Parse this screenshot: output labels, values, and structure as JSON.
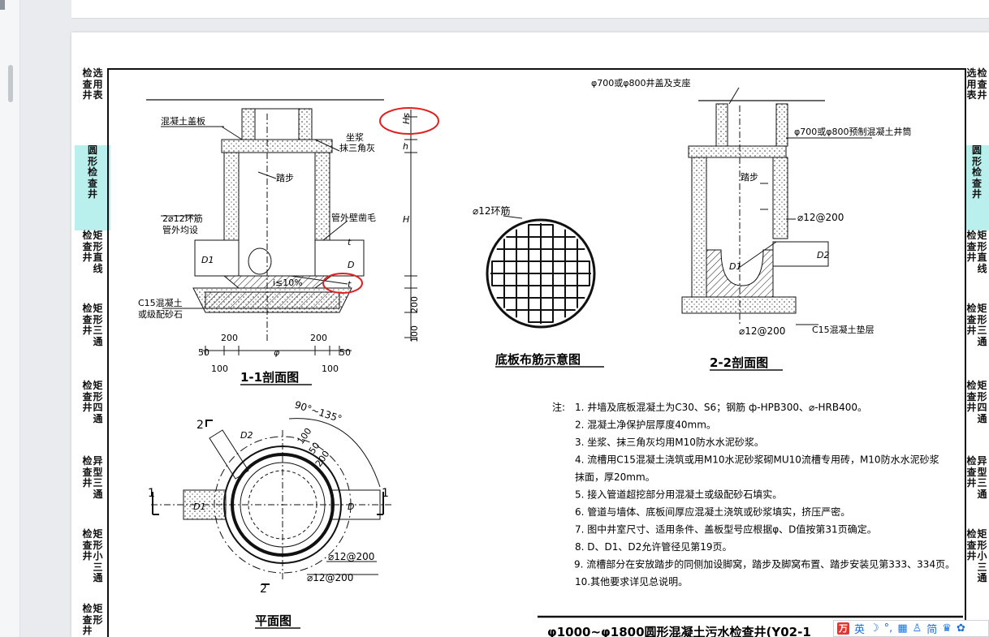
{
  "sidebar_left": [
    {
      "cols": [
        [
          "检",
          "查",
          "井"
        ],
        [
          "选",
          "用",
          "表"
        ]
      ],
      "active": false
    },
    {
      "cols": [
        [
          "圆",
          "形",
          "检",
          "查",
          "井"
        ]
      ],
      "active": true
    },
    {
      "cols": [
        [
          "检",
          "查",
          "井"
        ],
        [
          "矩",
          "形",
          "直",
          "线"
        ]
      ],
      "active": false
    },
    {
      "cols": [
        [
          "检",
          "查",
          "井"
        ],
        [
          "矩",
          "形",
          "三",
          "通"
        ]
      ],
      "active": false
    },
    {
      "cols": [
        [
          "检",
          "查",
          "井"
        ],
        [
          "矩",
          "形",
          "四",
          "通"
        ]
      ],
      "active": false
    },
    {
      "cols": [
        [
          "检",
          "查",
          "井"
        ],
        [
          "异",
          "型",
          "三",
          "通"
        ]
      ],
      "active": false
    },
    {
      "cols": [
        [
          "检",
          "查",
          "井"
        ],
        [
          "矩",
          "形",
          "小",
          "三",
          "通"
        ]
      ],
      "active": false
    },
    {
      "cols": [
        [
          "检",
          "查",
          "井"
        ],
        [
          "矩",
          "形"
        ]
      ],
      "active": false
    }
  ],
  "sidebar_right": [
    {
      "cols": [
        [
          "选",
          "用",
          "表"
        ],
        [
          "检",
          "查",
          "井"
        ]
      ],
      "active": false
    },
    {
      "cols": [
        [
          "圆",
          "形",
          "检",
          "查",
          "井"
        ]
      ],
      "active": true
    },
    {
      "cols": [
        [
          "检",
          "查",
          "井"
        ],
        [
          "矩",
          "形",
          "直",
          "线"
        ]
      ],
      "active": false
    },
    {
      "cols": [
        [
          "检",
          "查",
          "井"
        ],
        [
          "矩",
          "形",
          "三",
          "通"
        ]
      ],
      "active": false
    },
    {
      "cols": [
        [
          "检",
          "查",
          "井"
        ],
        [
          "矩",
          "形",
          "四",
          "通"
        ]
      ],
      "active": false
    },
    {
      "cols": [
        [
          "检",
          "查",
          "井"
        ],
        [
          "异",
          "型",
          "三",
          "通"
        ]
      ],
      "active": false
    },
    {
      "cols": [
        [
          "检",
          "查",
          "井"
        ],
        [
          "矩",
          "形",
          "小",
          "三",
          "通"
        ]
      ],
      "active": false
    }
  ],
  "section_1_1": {
    "title": "1-1剖面图",
    "labels": {
      "cover_slab": "混凝土盖板",
      "mortar_1": "坐浆",
      "mortar_2": "抹三角灰",
      "step": "踏步",
      "ring_bar_1": "2⌀12环筋",
      "ring_bar_2": "管外均设",
      "pipe_tooth": "管外壁凿毛",
      "base_1": "C15混凝土",
      "base_2": "或级配砂石",
      "slope": "i≤10%",
      "dim_hs": "Hs",
      "dim_h": "h",
      "dim_H": "H",
      "dim_t1": "t",
      "dim_t2": "t",
      "dim_200": "200",
      "dim_100": "100",
      "d1": "D1",
      "d": "D",
      "bottom_dims": [
        "50",
        "200",
        "200",
        "50",
        "100",
        "φ",
        "100"
      ]
    }
  },
  "section_2_2": {
    "title": "2-2剖面图",
    "labels": {
      "cover": "φ700或φ800井盖及支座",
      "shaft": "φ700或φ800预制混凝土井筒",
      "step": "踏步",
      "bar_top": "⌀12@200",
      "bar_bottom": "⌀12@200",
      "cushion": "C15混凝土垫层",
      "d1": "D1",
      "d2": "D2"
    }
  },
  "base_plate": {
    "title": "底板布筋示意图",
    "ring_label": "⌀12环筋"
  },
  "plan": {
    "title": "平面图",
    "labels": {
      "angle": "90°~135°",
      "d2": "D2",
      "d1": "D1",
      "d": "D",
      "dim_100": "100",
      "dim_50": "50",
      "dim_200": "200",
      "bar_1": "⌀12@200",
      "bar_2": "⌀12@200",
      "sec_1": "1",
      "sec_2": "2"
    }
  },
  "notes": {
    "prefix": "注:",
    "items": [
      "1. 井墙及底板混凝土为C30、S6；钢筋 ф-HPB300、⌀-HRB400。",
      "2. 混凝土净保护层厚度40mm。",
      "3. 坐浆、抹三角灰均用M10防水水泥砂浆。",
      "4. 流槽用C15混凝土浇筑或用M10水泥砂浆砌MU10流槽专用砖，M10防水水泥砂浆",
      "   抹面，厚20mm。",
      "5. 接入管道超挖部分用混凝土或级配砂石填实。",
      "6. 管道与墙体、底板间厚应混凝土浇筑或砂浆填实，挤压严密。",
      "7. 图中井室尺寸、适用条件、盖板型号应根据φ、D值按第31页确定。",
      "8. D、D1、D2允许管径见第19页。",
      "9. 流槽部分在安放踏步的同侧加设脚窝，踏步及脚窝布置、踏步安装见第333、334页。",
      "10.其他要求详见总说明。"
    ]
  },
  "title_block_partial": "φ1000~φ1800圆形混凝土污水检查井(Y02-1",
  "ime": {
    "logo": "万",
    "mode": "英",
    "simplified": "简"
  },
  "annotation_color": "#e02020"
}
